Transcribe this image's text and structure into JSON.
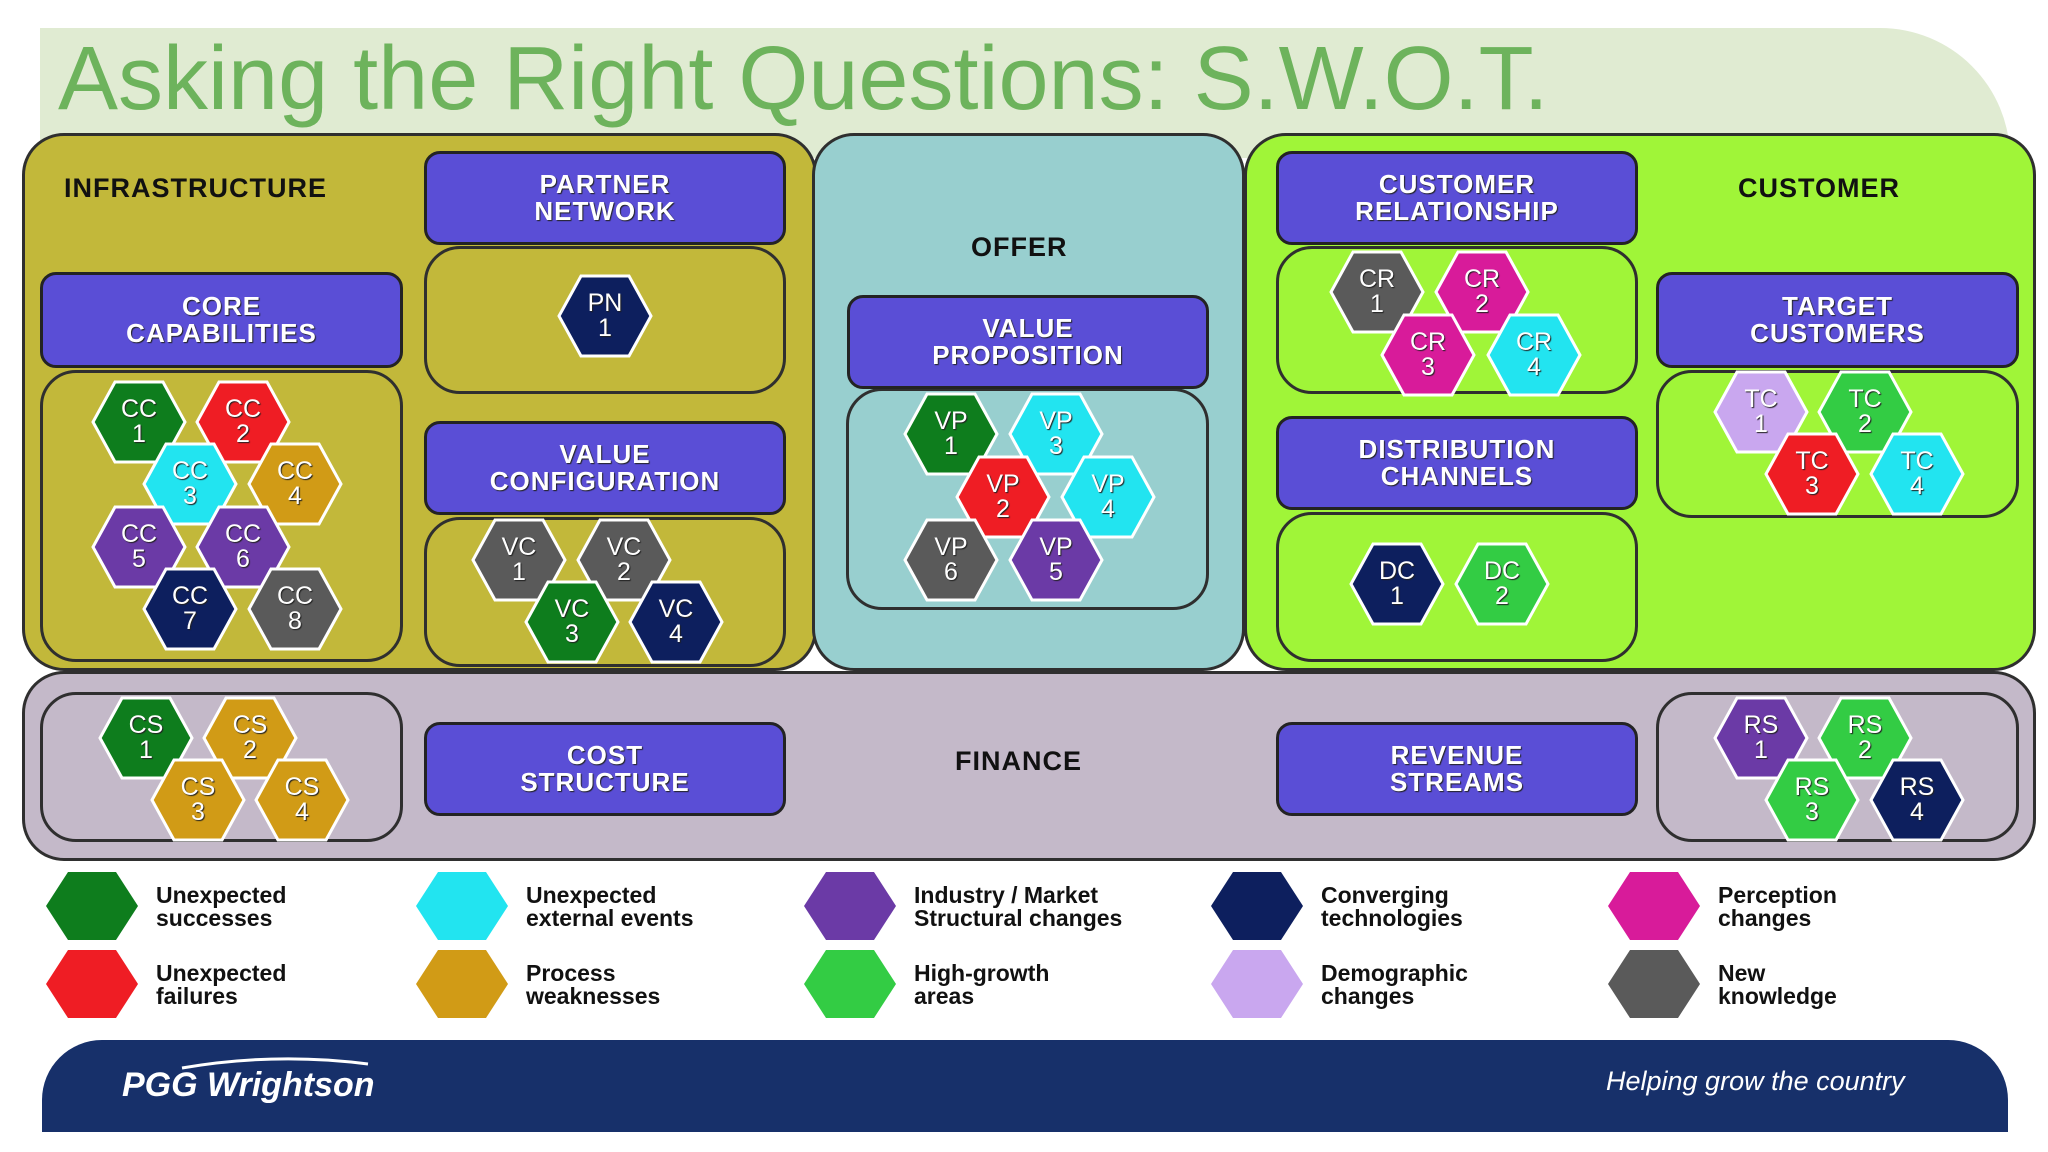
{
  "title": "Asking the Right Questions: S.W.O.T.",
  "sections": {
    "infrastructure": "INFRASTRUCTURE",
    "offer": "OFFER",
    "customer": "CUSTOMER",
    "finance": "FINANCE"
  },
  "blocks": {
    "partner_network": [
      "PARTNER",
      "NETWORK"
    ],
    "core_capabilities": [
      "CORE",
      "CAPABILITIES"
    ],
    "value_configuration": [
      "VALUE",
      "CONFIGURATION"
    ],
    "value_proposition": [
      "VALUE",
      "PROPOSITION"
    ],
    "customer_relationship": [
      "CUSTOMER",
      "RELATIONSHIP"
    ],
    "distribution_channels": [
      "DISTRIBUTION",
      "CHANNELS"
    ],
    "target_customers": [
      "TARGET",
      "CUSTOMERS"
    ],
    "cost_structure": [
      "COST",
      "STRUCTURE"
    ],
    "revenue_streams": [
      "REVENUE",
      "STREAMS"
    ]
  },
  "colors": {
    "dark_green": "#0e7d1d",
    "red": "#ef1d24",
    "cyan": "#22e4f0",
    "gold": "#d19b16",
    "purple": "#6b3aa6",
    "navy": "#0d1f5e",
    "gray": "#5a5a5a",
    "magenta": "#d81b9a",
    "lavender": "#c9a7ef",
    "bright_green": "#33cc44",
    "infra_bg": "#c2b83a",
    "offer_bg": "#98cfcf",
    "customer_bg": "#a0f538",
    "finance_bg": "#c4b9c9",
    "block_bg": "#5a4ed6",
    "title_green": "#6db35c",
    "footer_bg": "#17306a"
  },
  "hexes": [
    {
      "code": "PN",
      "num": "1",
      "color": "navy"
    },
    {
      "code": "CC",
      "num": "1",
      "color": "dark_green"
    },
    {
      "code": "CC",
      "num": "2",
      "color": "red"
    },
    {
      "code": "CC",
      "num": "3",
      "color": "cyan"
    },
    {
      "code": "CC",
      "num": "4",
      "color": "gold"
    },
    {
      "code": "CC",
      "num": "5",
      "color": "purple"
    },
    {
      "code": "CC",
      "num": "6",
      "color": "purple"
    },
    {
      "code": "CC",
      "num": "7",
      "color": "navy"
    },
    {
      "code": "CC",
      "num": "8",
      "color": "gray"
    },
    {
      "code": "VC",
      "num": "1",
      "color": "gray"
    },
    {
      "code": "VC",
      "num": "2",
      "color": "gray"
    },
    {
      "code": "VC",
      "num": "3",
      "color": "dark_green"
    },
    {
      "code": "VC",
      "num": "4",
      "color": "navy"
    },
    {
      "code": "VP",
      "num": "1",
      "color": "dark_green"
    },
    {
      "code": "VP",
      "num": "3",
      "color": "cyan"
    },
    {
      "code": "VP",
      "num": "2",
      "color": "red"
    },
    {
      "code": "VP",
      "num": "4",
      "color": "cyan"
    },
    {
      "code": "VP",
      "num": "6",
      "color": "gray"
    },
    {
      "code": "VP",
      "num": "5",
      "color": "purple"
    },
    {
      "code": "CR",
      "num": "1",
      "color": "gray"
    },
    {
      "code": "CR",
      "num": "2",
      "color": "magenta"
    },
    {
      "code": "CR",
      "num": "3",
      "color": "magenta"
    },
    {
      "code": "CR",
      "num": "4",
      "color": "cyan"
    },
    {
      "code": "DC",
      "num": "1",
      "color": "navy"
    },
    {
      "code": "DC",
      "num": "2",
      "color": "bright_green"
    },
    {
      "code": "TC",
      "num": "1",
      "color": "lavender"
    },
    {
      "code": "TC",
      "num": "2",
      "color": "bright_green"
    },
    {
      "code": "TC",
      "num": "3",
      "color": "red"
    },
    {
      "code": "TC",
      "num": "4",
      "color": "cyan"
    },
    {
      "code": "CS",
      "num": "1",
      "color": "dark_green"
    },
    {
      "code": "CS",
      "num": "2",
      "color": "gold"
    },
    {
      "code": "CS",
      "num": "3",
      "color": "gold"
    },
    {
      "code": "CS",
      "num": "4",
      "color": "gold"
    },
    {
      "code": "RS",
      "num": "1",
      "color": "purple"
    },
    {
      "code": "RS",
      "num": "2",
      "color": "bright_green"
    },
    {
      "code": "RS",
      "num": "3",
      "color": "bright_green"
    },
    {
      "code": "RS",
      "num": "4",
      "color": "navy"
    }
  ],
  "legend": [
    {
      "color": "dark_green",
      "lines": [
        "Unexpected",
        "successes"
      ]
    },
    {
      "color": "cyan",
      "lines": [
        "Unexpected",
        "external events"
      ]
    },
    {
      "color": "purple",
      "lines": [
        "Industry / Market",
        "Structural changes"
      ]
    },
    {
      "color": "navy",
      "lines": [
        "Converging",
        "technologies"
      ]
    },
    {
      "color": "magenta",
      "lines": [
        "Perception",
        "changes"
      ]
    },
    {
      "color": "red",
      "lines": [
        "Unexpected",
        "failures"
      ]
    },
    {
      "color": "gold",
      "lines": [
        "Process",
        "weaknesses"
      ]
    },
    {
      "color": "bright_green",
      "lines": [
        "High-growth",
        "areas"
      ]
    },
    {
      "color": "lavender",
      "lines": [
        "Demographic",
        "changes"
      ]
    },
    {
      "color": "gray",
      "lines": [
        "New",
        "knowledge"
      ]
    }
  ],
  "footer": {
    "logo": "PGG Wrightson",
    "tagline": "Helping grow the country"
  }
}
